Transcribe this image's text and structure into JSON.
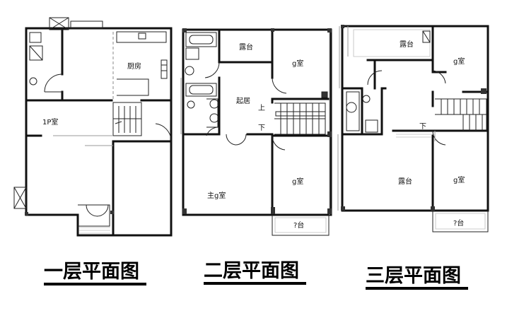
{
  "plans": [
    {
      "title": "一层平面图",
      "rooms": {
        "kitchen": "厨房",
        "dining": "1P室"
      }
    },
    {
      "title": "二层平面图",
      "rooms": {
        "terrace": "露台",
        "bedroom_top": "g室",
        "living": "起居",
        "stair_up": "上",
        "stair_down": "下",
        "master": "主g室",
        "bedroom_bottom": "g室",
        "balcony": "?台"
      }
    },
    {
      "title": "三层平面图",
      "rooms": {
        "terrace_top": "露台",
        "bedroom_top": "g室",
        "stair_down": "下",
        "terrace_big": "露台",
        "bedroom_bottom": "g室",
        "balcony": "?台"
      }
    }
  ]
}
